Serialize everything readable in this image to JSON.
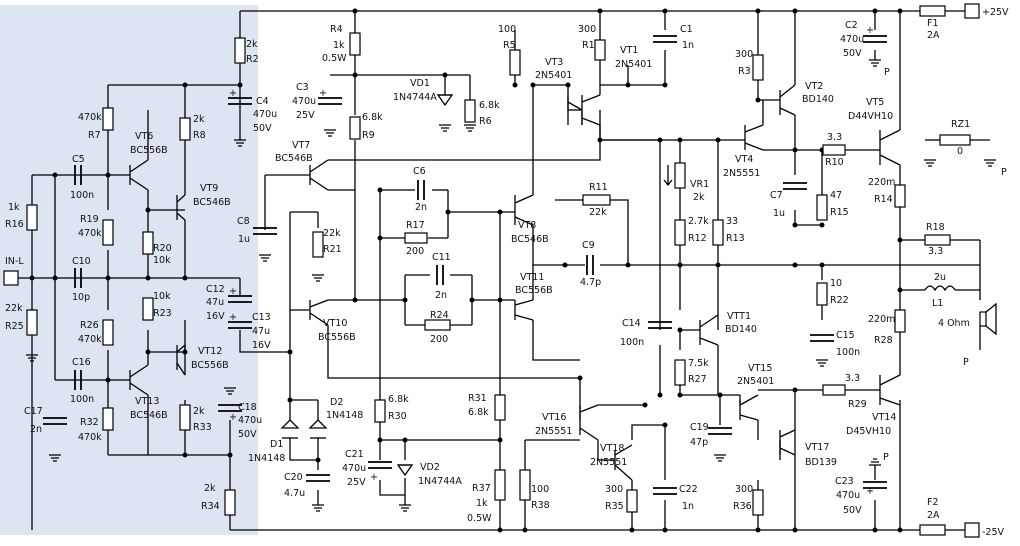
{
  "shade": {
    "color": "#dde5f3"
  },
  "labels": {
    "R2_val": "2k",
    "R2_ref": "R2",
    "C4_val": "470u",
    "C4_ref": "C4",
    "C4_v": "50V",
    "R4_ref": "R4",
    "R4_val": "1k",
    "R4_w": "0.5W",
    "C3_ref": "C3",
    "C3_val": "470u",
    "C3_v": "25V",
    "VD1_ref": "VD1",
    "VD1_val": "1N4744A",
    "R9_val": "6.8k",
    "R9_ref": "R9",
    "R6_val": "6.8k",
    "R6_ref": "R6",
    "R5_val": "100",
    "R5_ref": "R5",
    "VT3_ref": "VT3",
    "VT3_val": "2N5401",
    "R1_val": "300",
    "R1_ref": "R1",
    "VT1_ref": "VT1",
    "VT1_val": "2N5401",
    "C1_ref": "C1",
    "C1_val": "1n",
    "R3_val": "300",
    "R3_ref": "R3",
    "VT2_ref": "VT2",
    "VT2_val": "BD140",
    "C2_ref": "C2",
    "C2_val": "470u",
    "C2_v": "50V",
    "P_top": "P",
    "F1_ref": "F1",
    "F1_val": "2A",
    "V_pos": "+25V",
    "VT5_ref": "VT5",
    "VT5_val": "D44VH10",
    "RZ1_ref": "RZ1",
    "RZ1_val": "0",
    "P_rz": "P",
    "R10_val": "3.3",
    "R10_ref": "R10",
    "VT4_ref": "VT4",
    "VT4_val": "2N5551",
    "C7_ref": "C7",
    "C7_val": "1u",
    "R15_val": "47",
    "R15_ref": "R15",
    "R14_val": "220m",
    "R14_ref": "R14",
    "R18_ref": "R18",
    "R18_val": "3.3",
    "L1_val": "2u",
    "L1_ref": "L1",
    "SP_val": "4 Ohm",
    "P_sp": "P",
    "R22_val": "10",
    "R22_ref": "R22",
    "C15_ref": "C15",
    "C15_val": "100n",
    "R28_val": "220m",
    "R28_ref": "R28",
    "VR1_ref": "VR1",
    "VR1_val": "2k",
    "R12_val": "2.7k",
    "R12_ref": "R12",
    "R13_val": "33",
    "R13_ref": "R13",
    "VTT1_ref": "VTT1",
    "VTT1_val": "BD140",
    "C14_ref": "C14",
    "C14_val": "100n",
    "R27_val": "7.5k",
    "R27_ref": "R27",
    "VT15_ref": "VT15",
    "VT15_val": "2N5401",
    "R29_val": "3.3",
    "R29_ref": "R29",
    "VT14_ref": "VT14",
    "VT14_val": "D45VH10",
    "C19_ref": "C19",
    "C19_val": "47p",
    "VT17_ref": "VT17",
    "VT17_val": "BD139",
    "R36_val": "300",
    "R36_ref": "R36",
    "C23_ref": "C23",
    "C23_val": "470u",
    "C23_v": "50V",
    "P_bot": "P",
    "F2_ref": "F2",
    "F2_val": "2A",
    "V_neg": "-25V",
    "C22_ref": "C22",
    "C22_val": "1n",
    "R35_val": "300",
    "R35_ref": "R35",
    "VT18_ref": "VT18",
    "VT18_val": "2N5551",
    "VT16_ref": "VT16",
    "VT16_val": "2N5551",
    "R38_val": "100",
    "R38_ref": "R38",
    "R37_ref": "R37",
    "R37_val": "1k",
    "R37_w": "0.5W",
    "R31_ref": "R31",
    "R31_val": "6.8k",
    "VT8_ref": "VT8",
    "VT8_val": "BC546B",
    "R11_ref": "R11",
    "R11_val": "22k",
    "C9_ref": "C9",
    "C9_val": "4.7p",
    "VT11_ref": "VT11",
    "VT11_val": "BC556B",
    "C6_ref": "C6",
    "C6_val": "2n",
    "R17_ref": "R17",
    "R17_val": "200",
    "C11_ref": "C11",
    "C11_val": "2n",
    "R24_ref": "R24",
    "R24_val": "200",
    "VT7_ref": "VT7",
    "VT7_val": "BC546B",
    "R21_val": "22k",
    "R21_ref": "R21",
    "C8_ref": "C8",
    "C8_val": "1u",
    "VT10_ref": "VT10",
    "VT10_val": "BC556B",
    "R30_val": "6.8k",
    "R30_ref": "R30",
    "D2_ref": "D2",
    "D2_val": "1N4148",
    "D1_ref": "D1",
    "D1_val": "1N4148",
    "C20_ref": "C20",
    "C20_val": "4.7u",
    "C21_ref": "C21",
    "C21_val": "470u",
    "C21_v": "25V",
    "VD2_ref": "VD2",
    "VD2_val": "1N4744A",
    "R7_val": "470k",
    "R7_ref": "R7",
    "R8_val": "2k",
    "R8_ref": "R8",
    "VT6_ref": "VT6",
    "VT6_val": "BC556B",
    "VT9_ref": "VT9",
    "VT9_val": "BC546B",
    "C5_ref": "C5",
    "C5_val": "100n",
    "R16_val": "1k",
    "R16_ref": "R16",
    "R19_val": "470k",
    "R19_ref": "R19",
    "R20_ref": "R20",
    "R20_val": "10k",
    "IN_label": "IN-L",
    "C10_ref": "C10",
    "C10_val": "10p",
    "C12_ref": "C12",
    "C12_val": "47u",
    "C12_v": "16V",
    "C13_ref": "C13",
    "C13_val": "47u",
    "C13_v": "16V",
    "R23_val": "10k",
    "R23_ref": "R23",
    "R25_val": "22k",
    "R25_ref": "R25",
    "R26_val": "470k",
    "R26_ref": "R26",
    "VT12_ref": "VT12",
    "VT12_val": "BC556B",
    "C16_ref": "C16",
    "C16_val": "100n",
    "VT13_ref": "VT13",
    "VT13_val": "BC546B",
    "C17_ref": "C17",
    "C17_val": "2n",
    "R32_val": "470k",
    "R32_ref": "R32",
    "R33_val": "2k",
    "R33_ref": "R33",
    "C18_ref": "C18",
    "C18_val": "470u",
    "C18_v": "50V",
    "R34_val": "2k",
    "R34_ref": "R34"
  }
}
